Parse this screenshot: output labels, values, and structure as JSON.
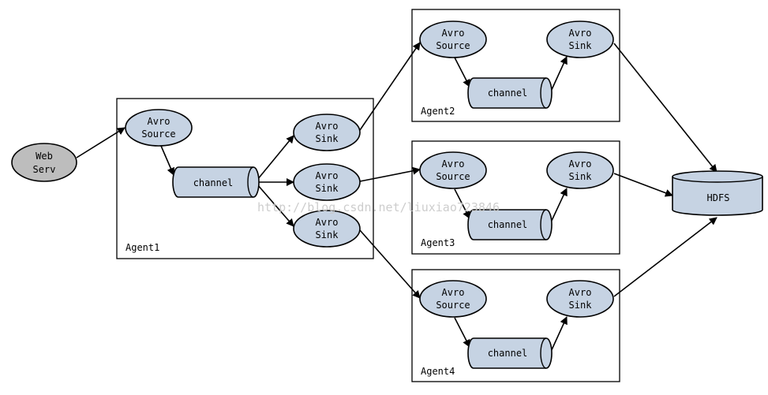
{
  "web_server": {
    "line1": "Web",
    "line2": "Serv"
  },
  "hdfs": {
    "label": "HDFS"
  },
  "agents": [
    {
      "name": "Agent1",
      "source": [
        "Avro",
        "Source"
      ],
      "channel": "channel",
      "sinks": [
        [
          "Avro",
          "Sink"
        ],
        [
          "Avro",
          "Sink"
        ],
        [
          "Avro",
          "Sink"
        ]
      ]
    },
    {
      "name": "Agent2",
      "source": [
        "Avro",
        "Source"
      ],
      "channel": "channel",
      "sink": [
        "Avro",
        "Sink"
      ]
    },
    {
      "name": "Agent3",
      "source": [
        "Avro",
        "Source"
      ],
      "channel": "channel",
      "sink": [
        "Avro",
        "Sink"
      ]
    },
    {
      "name": "Agent4",
      "source": [
        "Avro",
        "Source"
      ],
      "channel": "channel",
      "sink": [
        "Avro",
        "Sink"
      ]
    }
  ],
  "watermark": "http://blog.csdn.net/liuxiao723846",
  "colors": {
    "node": "#c6d3e3",
    "web_server": "#bdbdbd",
    "edge": "#000000"
  }
}
